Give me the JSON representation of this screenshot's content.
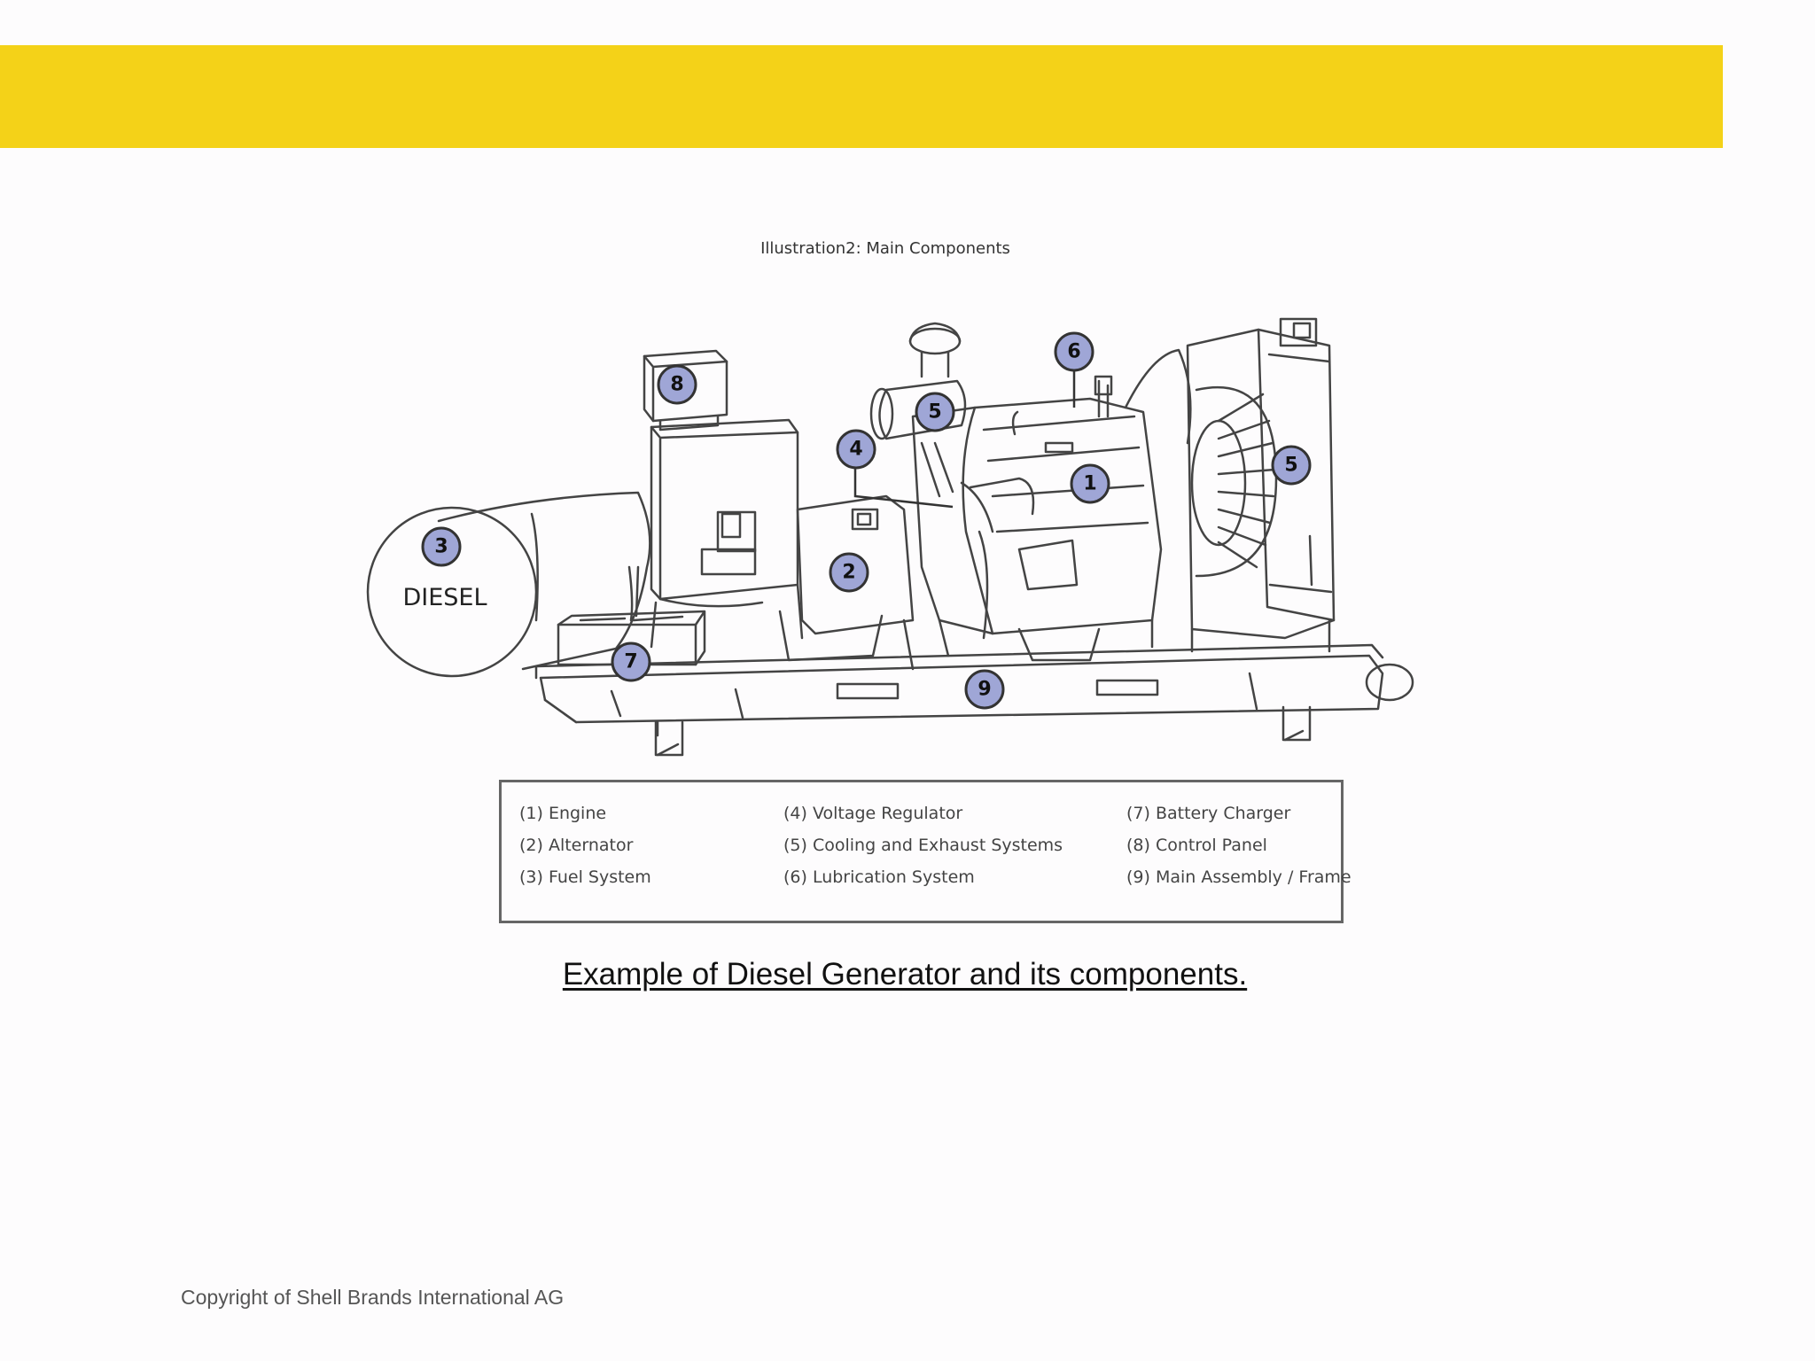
{
  "illustration_title": "Illustration2: Main Components",
  "tank_label": "DIESEL",
  "legend": [
    "(1) Engine",
    "(2) Alternator",
    "(3) Fuel System",
    "(4) Voltage Regulator",
    "(5) Cooling and Exhaust Systems",
    "(6) Lubrication System",
    "(7) Battery Charger",
    "(8) Control Panel",
    "(9) Main Assembly / Frame"
  ],
  "callouts": [
    "1",
    "2",
    "3",
    "4",
    "5",
    "5",
    "6",
    "7",
    "8",
    "9"
  ],
  "caption": "Example of Diesel Generator and its components.",
  "copyright": "Copyright of Shell Brands International AG",
  "colors": {
    "banner": "#f4d218",
    "callout_fill": "#9fa6d6",
    "line": "#444444"
  }
}
